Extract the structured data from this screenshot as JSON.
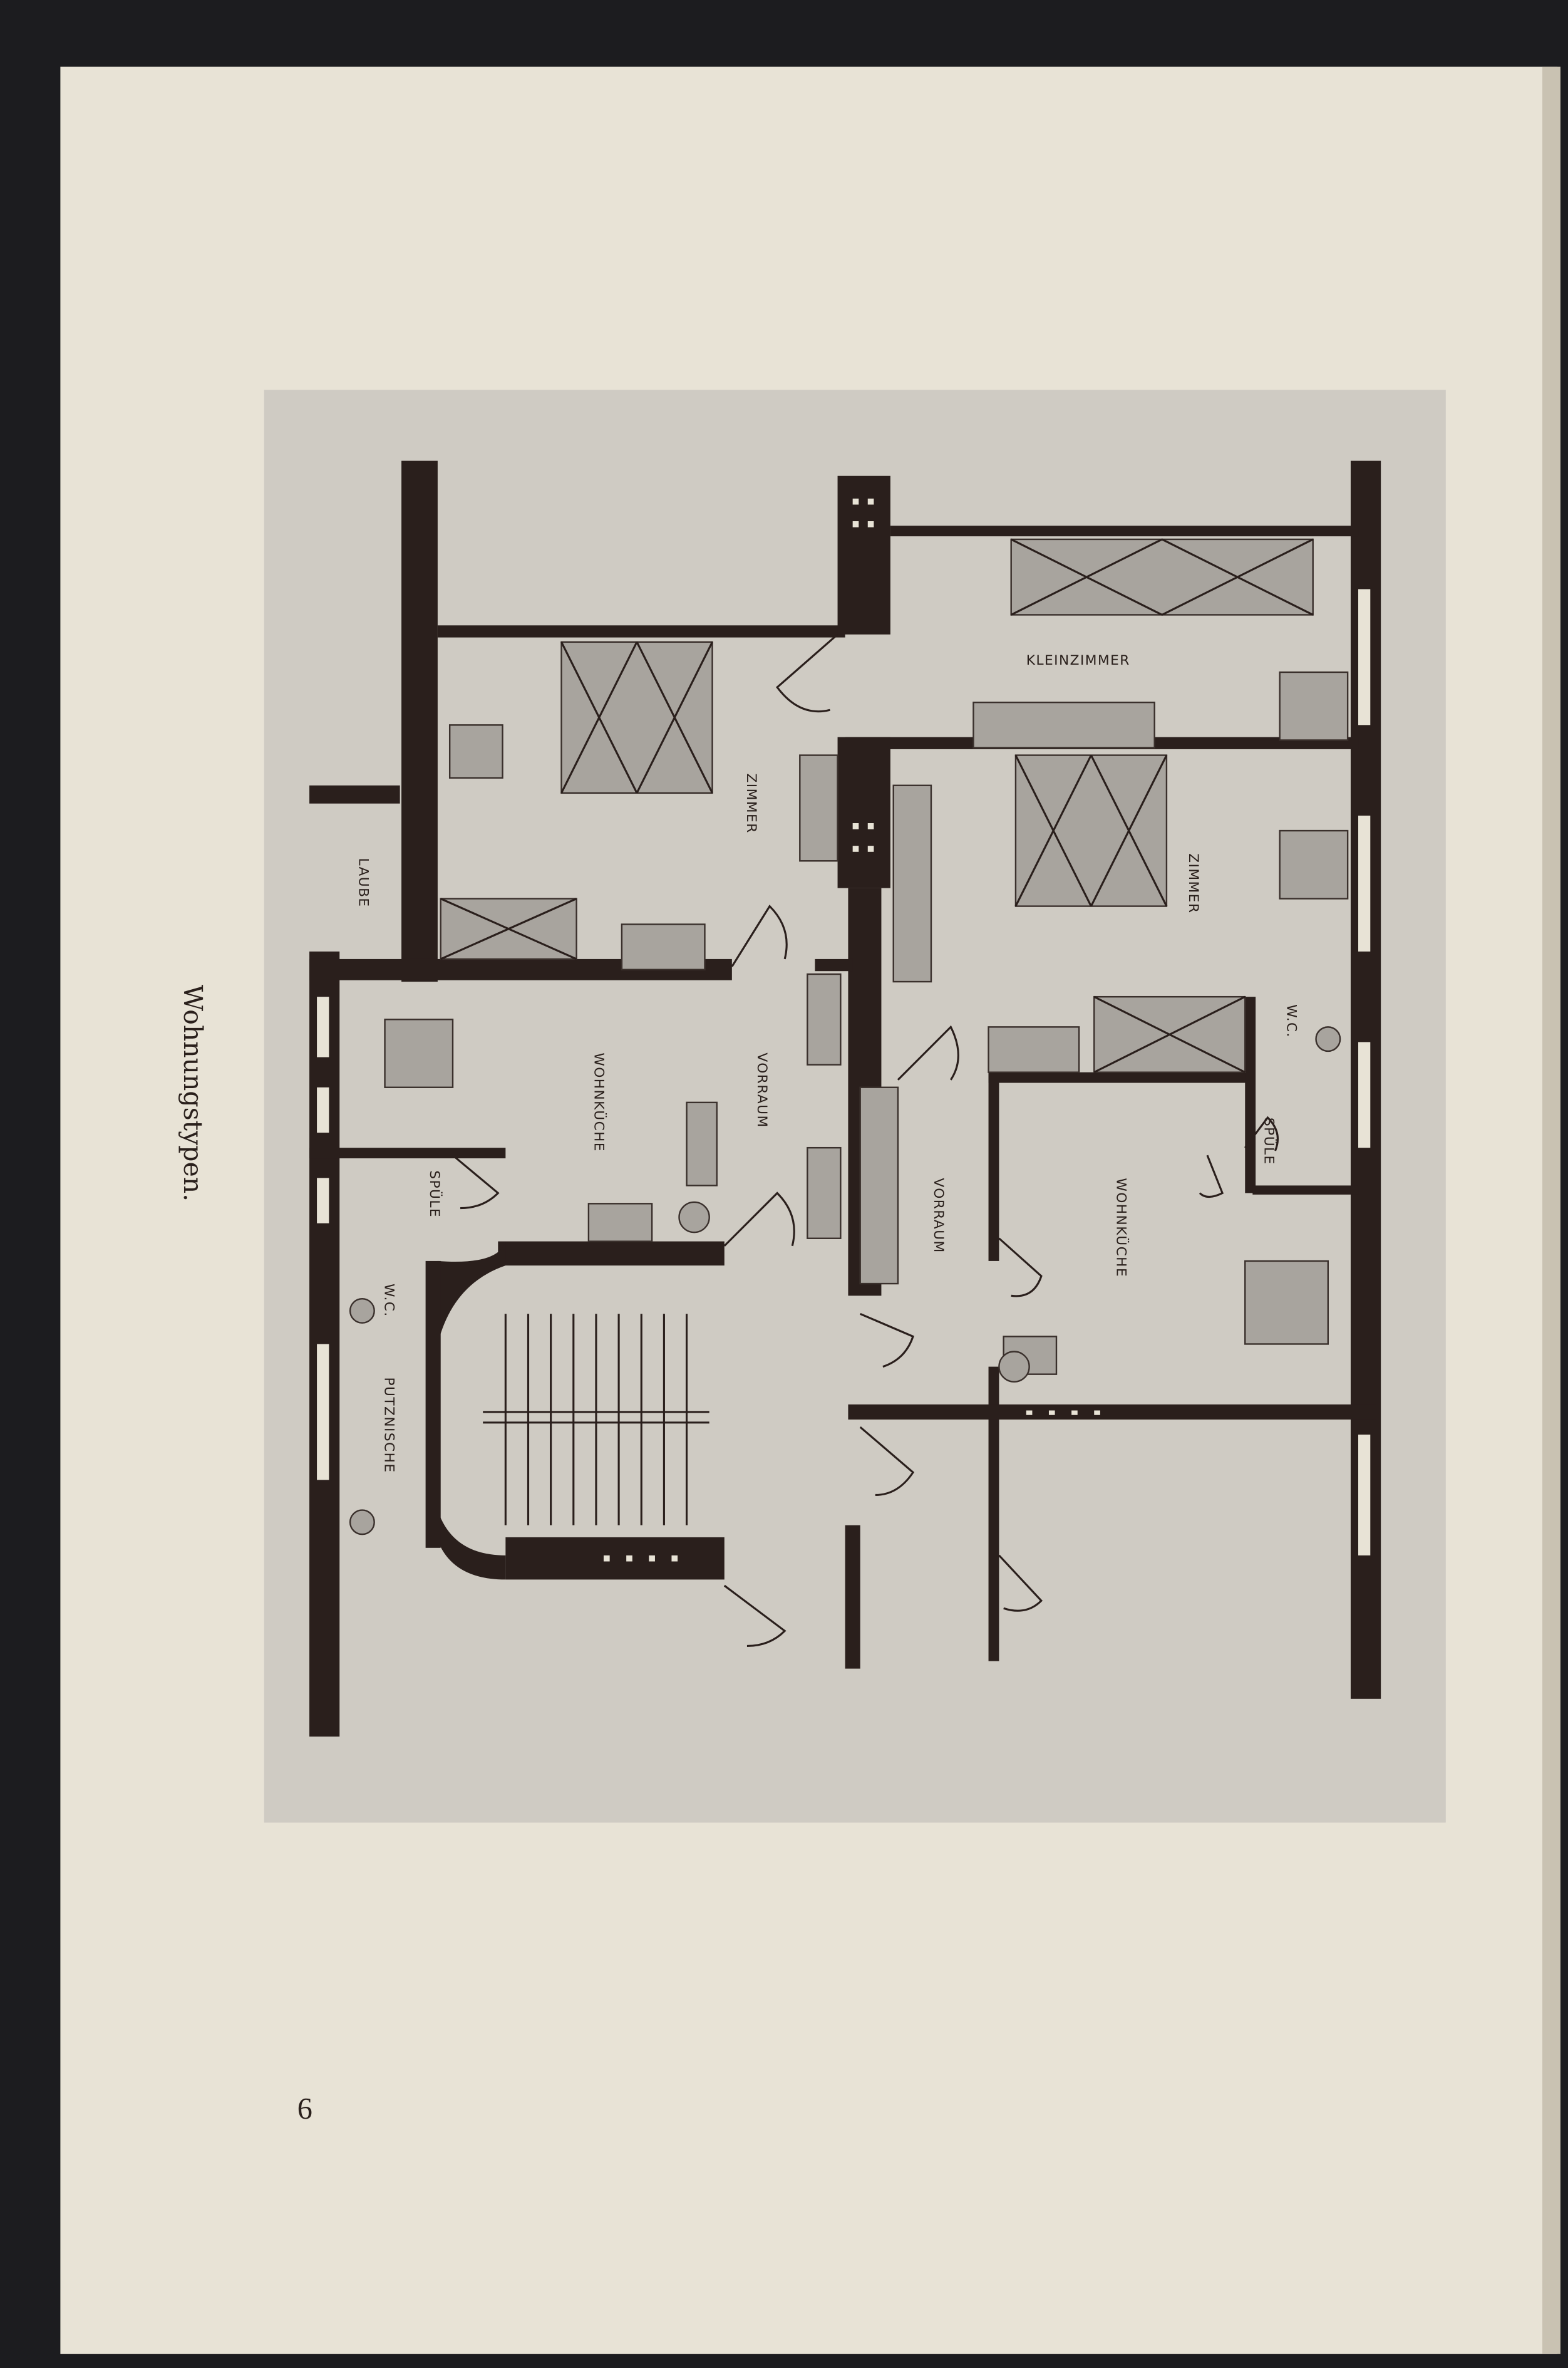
{
  "page": {
    "caption": "Wohnungstypen.",
    "page_number": "6"
  },
  "plan": {
    "labels": {
      "kleinzimmer": "KLEINZIMMER",
      "zimmer_left": "ZIMMER",
      "zimmer_right": "ZIMMER",
      "laube": "LAUBE",
      "wohnkueche_left": "WOHNKÜCHE",
      "wohnkueche_right": "WOHNKÜCHE",
      "vorraum_left": "VORRAUM",
      "vorraum_right": "VORRAUM",
      "spuele_left": "SPÜLE",
      "spuele_right": "SPÜLE",
      "wc_left": "W.C.",
      "wc_right": "W.C.",
      "putznische": "PUTZNISCHE"
    }
  },
  "colors": {
    "background": "#1c1c1f",
    "paper": "#e8e3d6",
    "plate": "#cfcbc3",
    "ink": "#2a1f1c"
  }
}
